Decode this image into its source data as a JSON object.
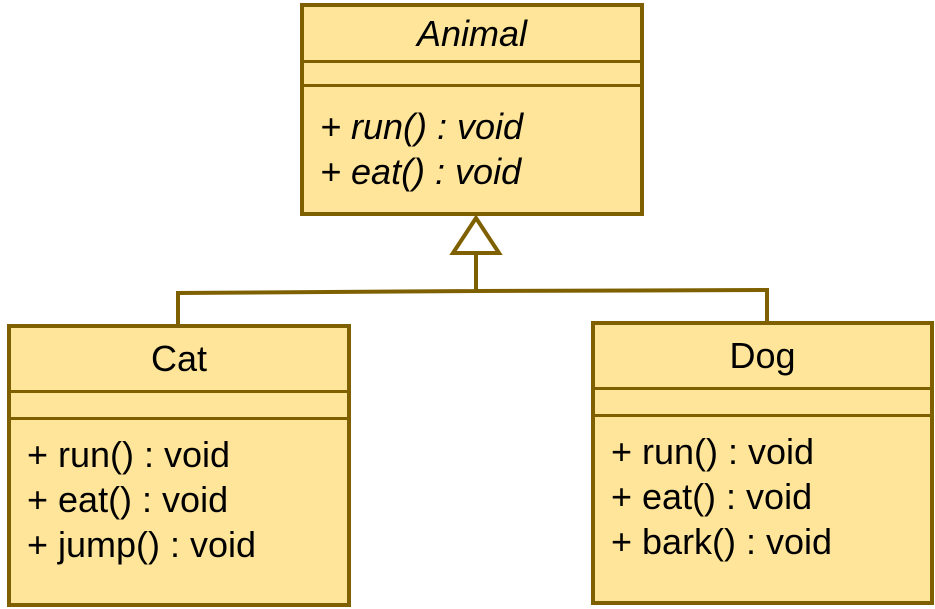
{
  "diagram": {
    "classes": [
      {
        "id": "animal",
        "name": "Animal",
        "abstract": true,
        "operations": [
          "+ run() : void",
          "+ eat() : void"
        ]
      },
      {
        "id": "cat",
        "name": "Cat",
        "abstract": false,
        "operations": [
          "+ run() : void",
          "+ eat() : void",
          "+ jump() : void"
        ]
      },
      {
        "id": "dog",
        "name": "Dog",
        "abstract": false,
        "operations": [
          "+ run() : void",
          "+ eat() : void",
          "+ bark() : void"
        ]
      }
    ],
    "relationships": [
      {
        "type": "generalization",
        "from": "Cat",
        "to": "Animal"
      },
      {
        "type": "generalization",
        "from": "Dog",
        "to": "Animal"
      }
    ],
    "colors": {
      "fill": "#ffe599",
      "stroke": "#7f6000",
      "text": "#000000"
    }
  }
}
